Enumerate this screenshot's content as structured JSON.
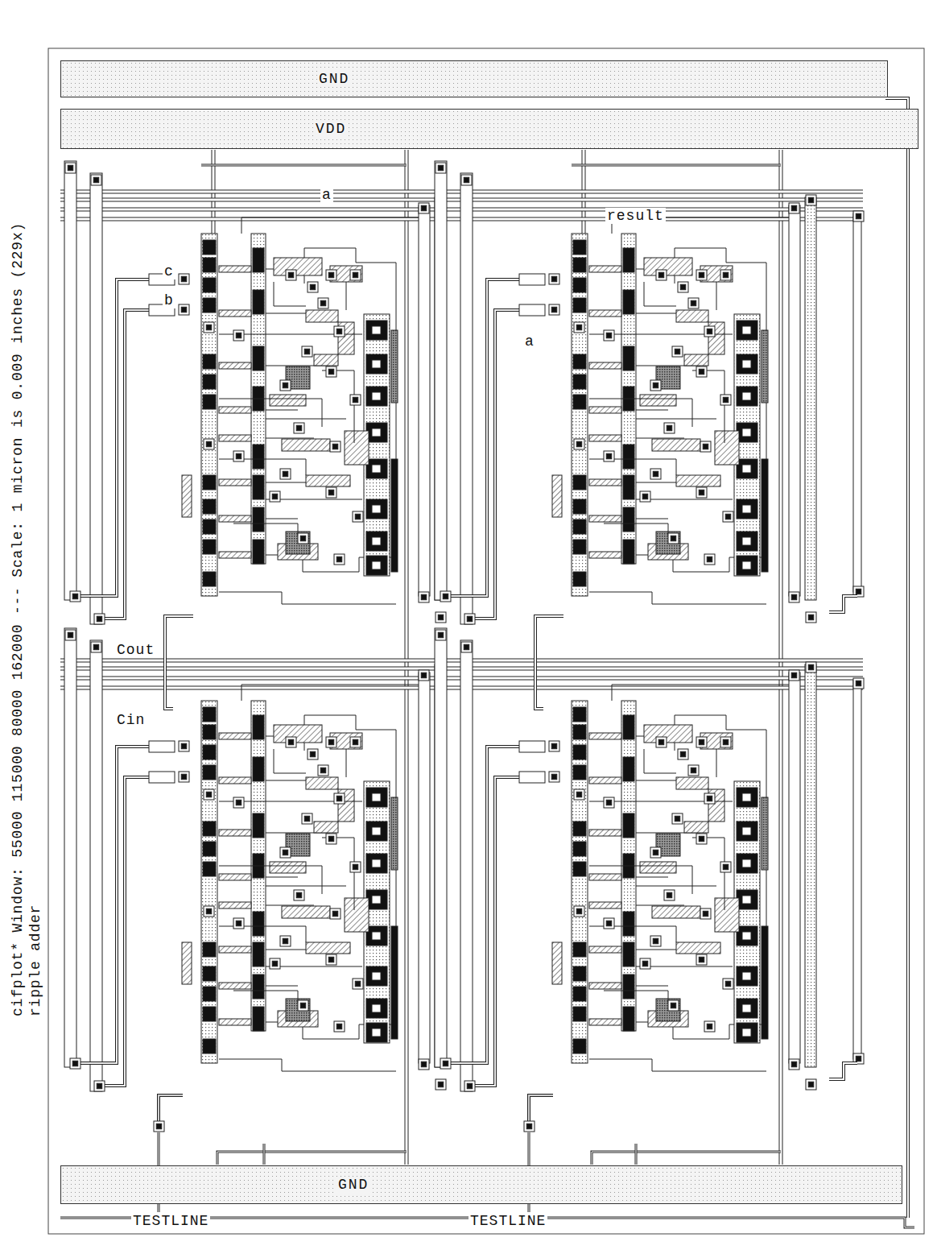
{
  "diagram": {
    "nodes": [
      {
        "text": [
          "GND"
        ]
      },
      {
        "text": [
          "VDD"
        ]
      },
      {
        "text": [
          "GND"
        ]
      }
    ],
    "labels": [
      "a",
      "result",
      "c",
      "b",
      "a",
      "Cout",
      "Cin",
      "TESTLINE",
      "TESTLINE",
      "cifplot* Window: 55000 115000 80000 162000 --- Scale: 1 micron is 0.009 inches (229x)",
      "ripple adder"
    ]
  }
}
